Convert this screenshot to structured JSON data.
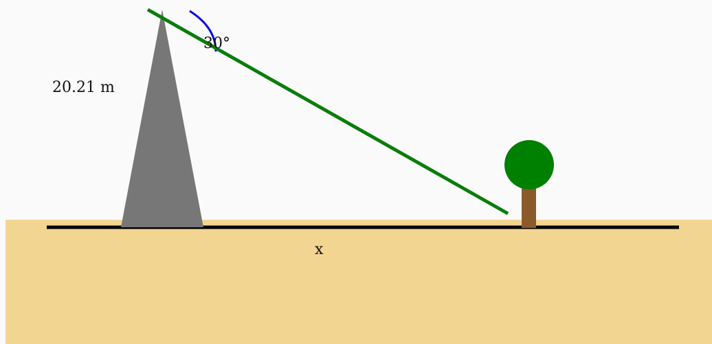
{
  "diagram": {
    "height_label": "20.21 m",
    "angle_label": "30°",
    "distance_label": "x",
    "objects": [
      "tower",
      "sight-line",
      "angle-arc",
      "tree",
      "ground"
    ]
  },
  "colors": {
    "background": "#fafafa",
    "ground_fill": "#f3d592",
    "ground_line": "#000000",
    "tower": "#777777",
    "sight_line": "#0a7d0a",
    "angle_arc": "#0000e6",
    "tree_trunk": "#8b5a2b",
    "tree_crown": "#008000"
  }
}
